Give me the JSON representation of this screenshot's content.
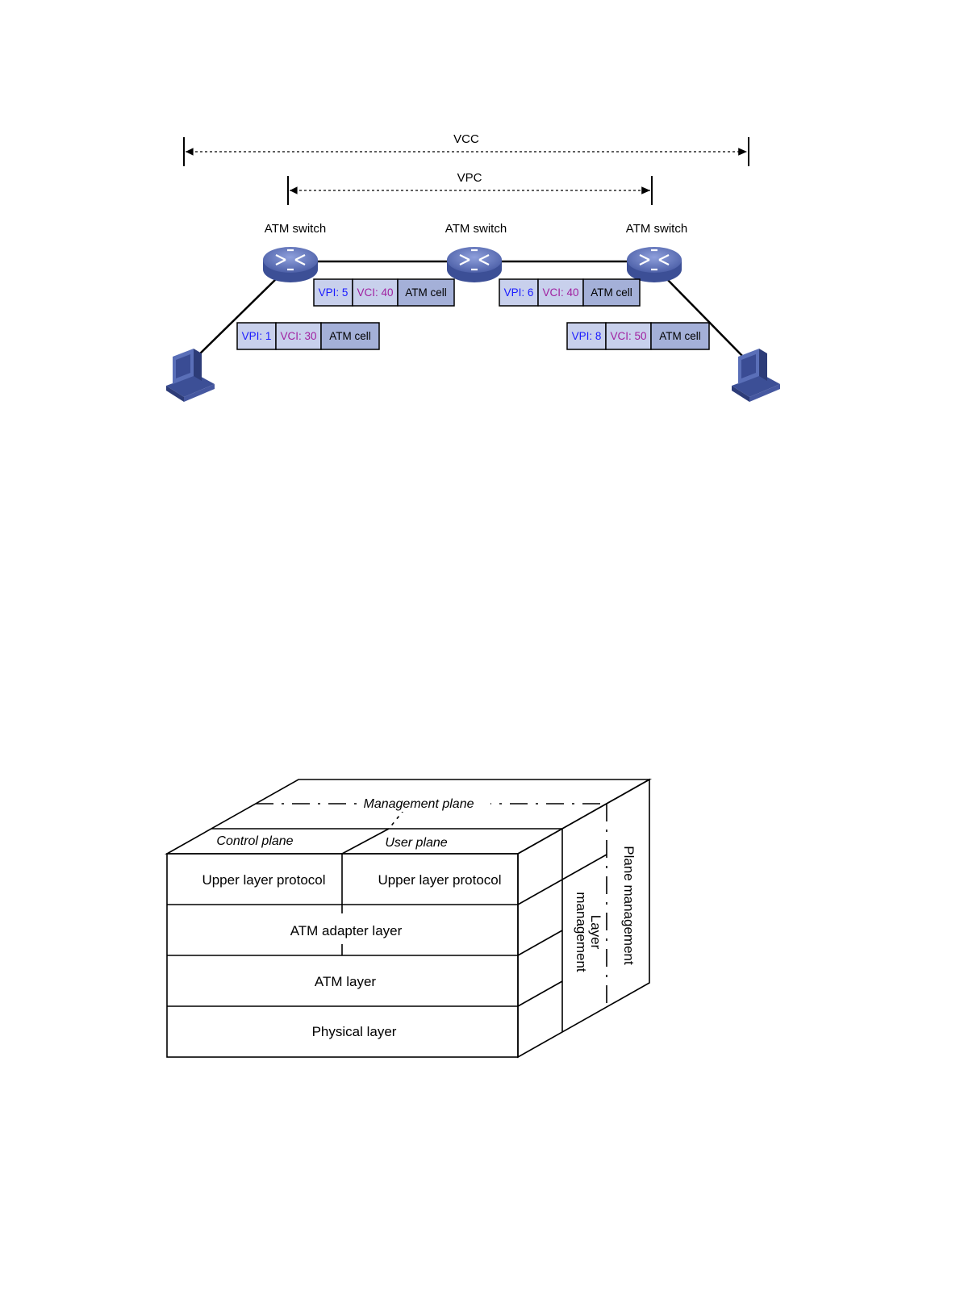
{
  "colors": {
    "vpi": "#1a1aff",
    "vci": "#a020a0",
    "cell_text": "#000000",
    "box_light": "#c8d0ec",
    "box_dark": "#a4b0d8",
    "device": "#5a6fb8",
    "device_dark": "#3c4f96"
  },
  "top": {
    "vcc_label": "VCC",
    "vpc_label": "VPC",
    "switches": [
      {
        "label": "ATM switch",
        "icon": "atm-switch-icon"
      },
      {
        "label": "ATM switch",
        "icon": "atm-switch-icon"
      },
      {
        "label": "ATM switch",
        "icon": "atm-switch-icon"
      }
    ],
    "hosts": [
      {
        "icon": "computer-icon"
      },
      {
        "icon": "computer-icon"
      }
    ],
    "cells": [
      {
        "vpi": "VPI: 1",
        "vci": "VCI: 30",
        "cell": "ATM cell"
      },
      {
        "vpi": "VPI: 5",
        "vci": "VCI: 40",
        "cell": "ATM cell"
      },
      {
        "vpi": "VPI: 6",
        "vci": "VCI: 40",
        "cell": "ATM cell"
      },
      {
        "vpi": "VPI: 8",
        "vci": "VCI: 50",
        "cell": "ATM cell"
      }
    ]
  },
  "bottom": {
    "management_plane": "Management plane",
    "control_plane": "Control plane",
    "user_plane": "User plane",
    "upper_left": "Upper layer protocol",
    "upper_right": "Upper layer protocol",
    "adapter": "ATM adapter layer",
    "atm_layer": "ATM layer",
    "physical": "Physical layer",
    "layer_mgmt_1": "Layer",
    "layer_mgmt_2": "management",
    "plane_mgmt": "Plane management"
  }
}
